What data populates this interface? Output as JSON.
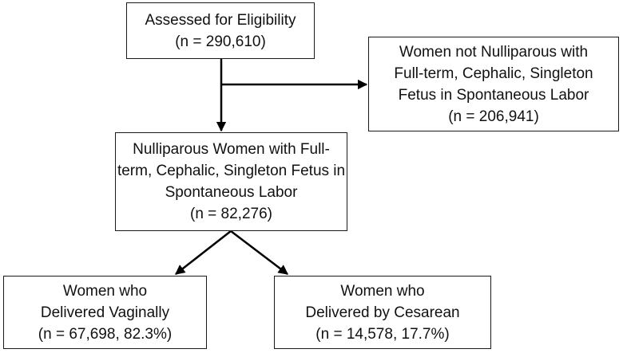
{
  "flowchart": {
    "assessed": {
      "lines": [
        "Assessed for Eligibility",
        "(n = 290,610)"
      ]
    },
    "excluded": {
      "lines": [
        "Women not Nulliparous with",
        "Full-term, Cephalic, Singleton",
        "Fetus in Spontaneous Labor",
        "(n = 206,941)"
      ]
    },
    "included": {
      "lines": [
        "Nulliparous Women with Full-",
        "term, Cephalic, Singleton Fetus in",
        "Spontaneous Labor",
        "(n = 82,276)"
      ]
    },
    "vaginal": {
      "lines": [
        "Women who",
        "Delivered Vaginally",
        "(n = 67,698, 82.3%)"
      ]
    },
    "cesarean": {
      "lines": [
        "Women who",
        "Delivered by Cesarean",
        "(n = 14,578, 17.7%)"
      ]
    }
  },
  "colors": {
    "line": "#000000",
    "border": "#1a1a1a",
    "background": "#ffffff"
  }
}
